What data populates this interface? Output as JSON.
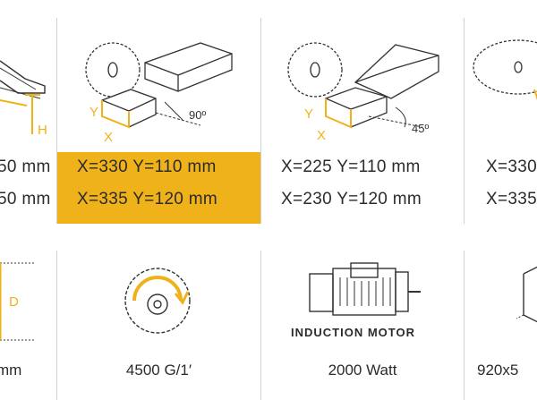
{
  "accent_color": "#f0b21b",
  "line_color": "#333333",
  "panels": {
    "left_partial": {
      "label_h": "H",
      "row1": "50 mm",
      "row2": "50 mm"
    },
    "cut_90": {
      "angle": "90º",
      "axis_y": "Y",
      "axis_x": "X",
      "row1": "X=330  Y=110 mm",
      "row2": "X=335  Y=120 mm",
      "highlighted": true
    },
    "cut_45": {
      "angle": "45º",
      "axis_y": "Y",
      "axis_x": "X",
      "row1": "X=225  Y=110 mm",
      "row2": "X=230  Y=120 mm"
    },
    "right_partial": {
      "row1": "X=330",
      "row2": "X=335"
    }
  },
  "bottom": {
    "depth": {
      "label_d": "D",
      "caption": "mm"
    },
    "speed": {
      "caption": "4500 G/1′"
    },
    "motor": {
      "label": "INDUCTION MOTOR",
      "caption": "2000 Watt"
    },
    "size": {
      "caption": "920x5"
    }
  }
}
